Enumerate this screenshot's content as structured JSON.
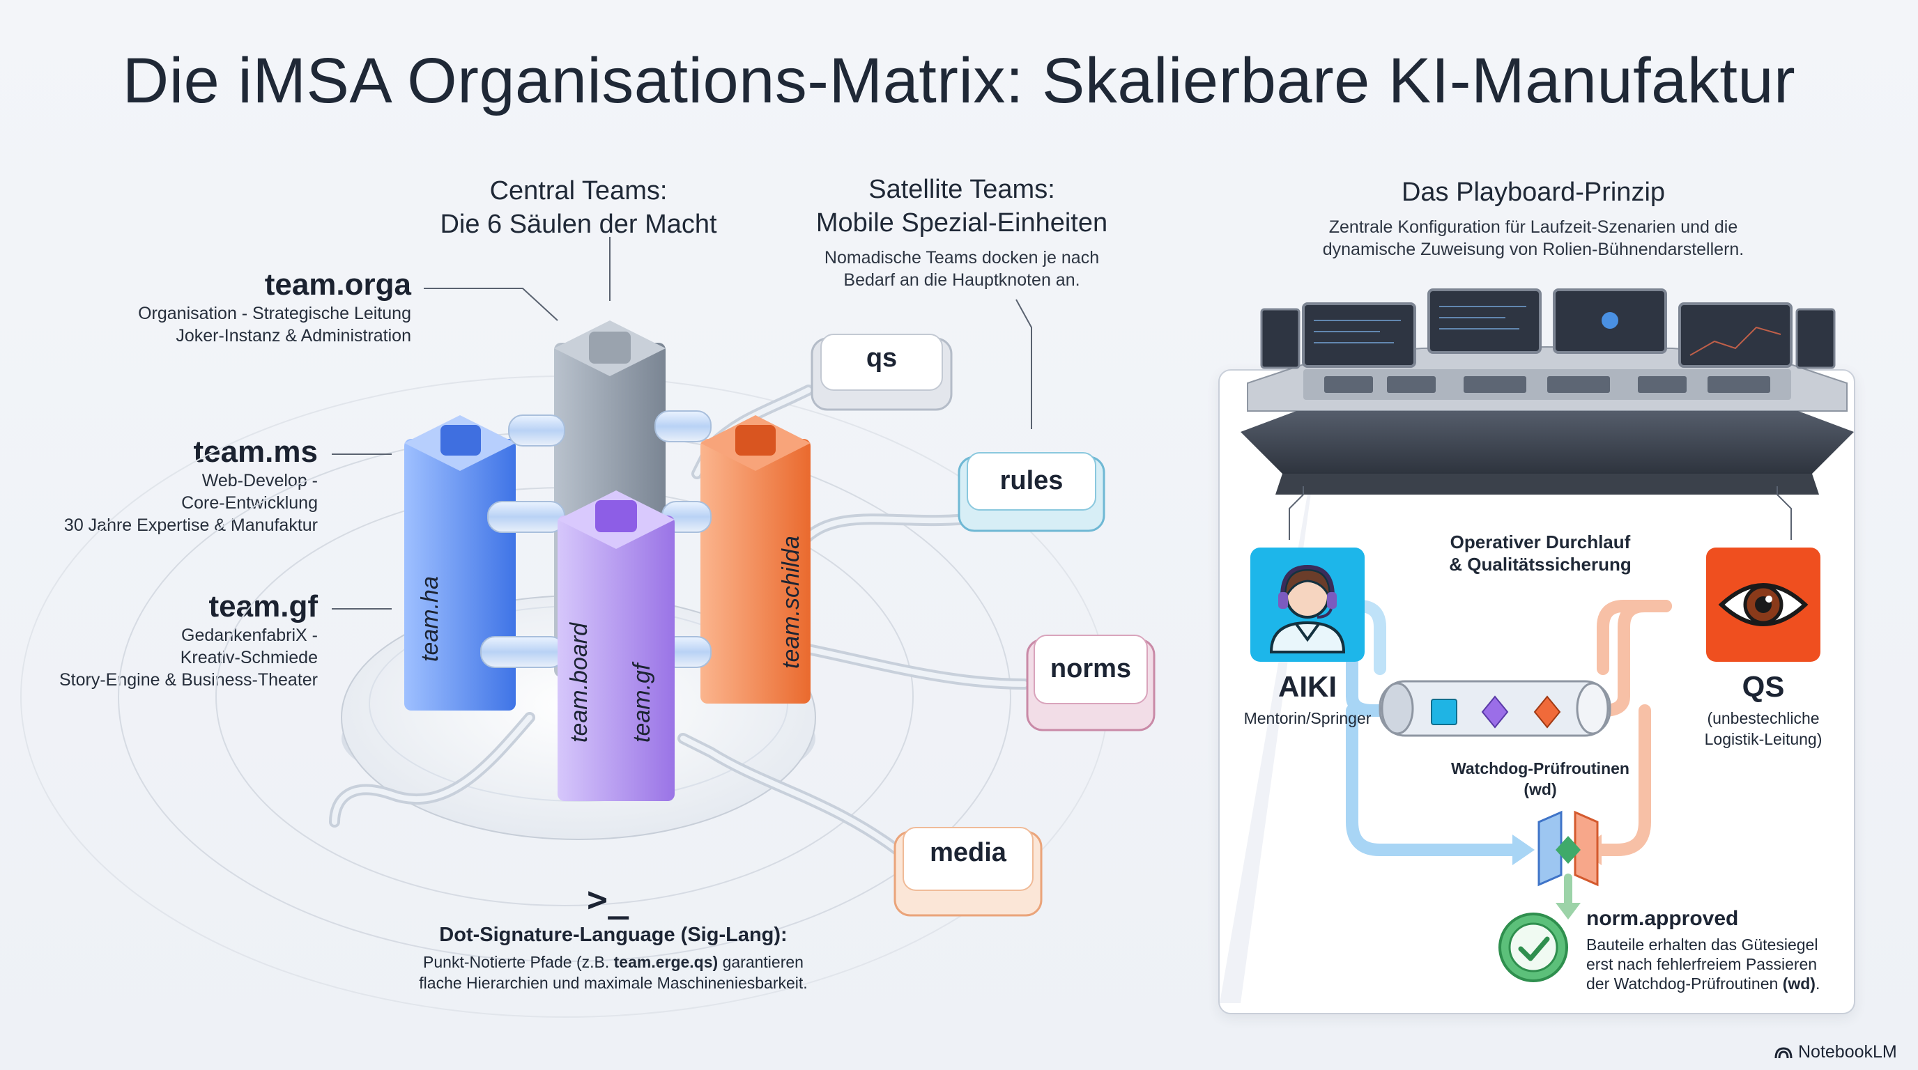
{
  "title": "Die iMSA Organisations-Matrix: Skalierbare KI-Manufaktur",
  "central": {
    "heading1": "Central Teams:",
    "heading2": "Die 6 Säulen der Macht"
  },
  "satellite": {
    "heading1": "Satellite Teams:",
    "heading2": "Mobile Spezial-Einheiten",
    "desc1": "Nomadische Teams docken je nach",
    "desc2": "Bedarf an die Hauptknoten an.",
    "nodes": [
      "qs",
      "rules",
      "norms",
      "media"
    ]
  },
  "teams": [
    {
      "name": "team.orga",
      "lines": [
        "Organisation - Strategische Leitung",
        "Joker-Instanz & Administration"
      ]
    },
    {
      "name": "team.ms",
      "lines": [
        "Web-Develop -",
        "Core-Entwicklung",
        "30 Jahre Expertise & Manufaktur"
      ]
    },
    {
      "name": "team.gf",
      "lines": [
        "GedankenfabriX -",
        "Kreativ-Schmiede",
        "Story-Engine & Business-Theater"
      ]
    }
  ],
  "pillars": {
    "ha": "team.ha",
    "board": "team.board",
    "gf": "team.gf",
    "schilda": "team.schilda"
  },
  "sig": {
    "prompt": ">_",
    "title": "Dot-Signature-Language (Sig-Lang):",
    "line1a": "Punkt-Notierte Pfade (z.B. ",
    "line1b": "team.erge.qs)",
    "line1c": " garantieren",
    "line2": "flache Hierarchien und maximale Maschineniesbarkeit."
  },
  "playboard": {
    "heading": "Das Playboard-Prinzip",
    "desc1": "Zentrale Konfiguration für Laufzeit-Szenarien und die",
    "desc2": "dynamische Zuweisung von Rolien-Bühnendarstellern."
  },
  "flow": {
    "heading1": "Operativer Durchlauf",
    "heading2": "& Qualitätssicherung",
    "aiki_name": "AIKI",
    "aiki_role": "Mentorin/Springer",
    "qs_name": "QS",
    "qs_role1": "(unbestechliche",
    "qs_role2": "Logistik-Leitung)",
    "watchdog1": "Watchdog-Prüfroutinen",
    "watchdog2": "(wd)",
    "approved": "norm.approved",
    "approved_desc1": "Bauteile erhalten das Gütesiegel",
    "approved_desc2": "erst nach fehlerfreiem Passieren",
    "approved_desc3a": "der Watchdog-Prüfroutinen ",
    "approved_desc3b": "(wd)",
    "approved_desc3c": "."
  },
  "brand": "NotebookLM",
  "colors": {
    "blue": "#4f86f0",
    "gray": "#8d98a6",
    "purple": "#a07ee8",
    "orange": "#f0773f",
    "cyan": "#18b8e8",
    "red": "#ef4f1f"
  }
}
